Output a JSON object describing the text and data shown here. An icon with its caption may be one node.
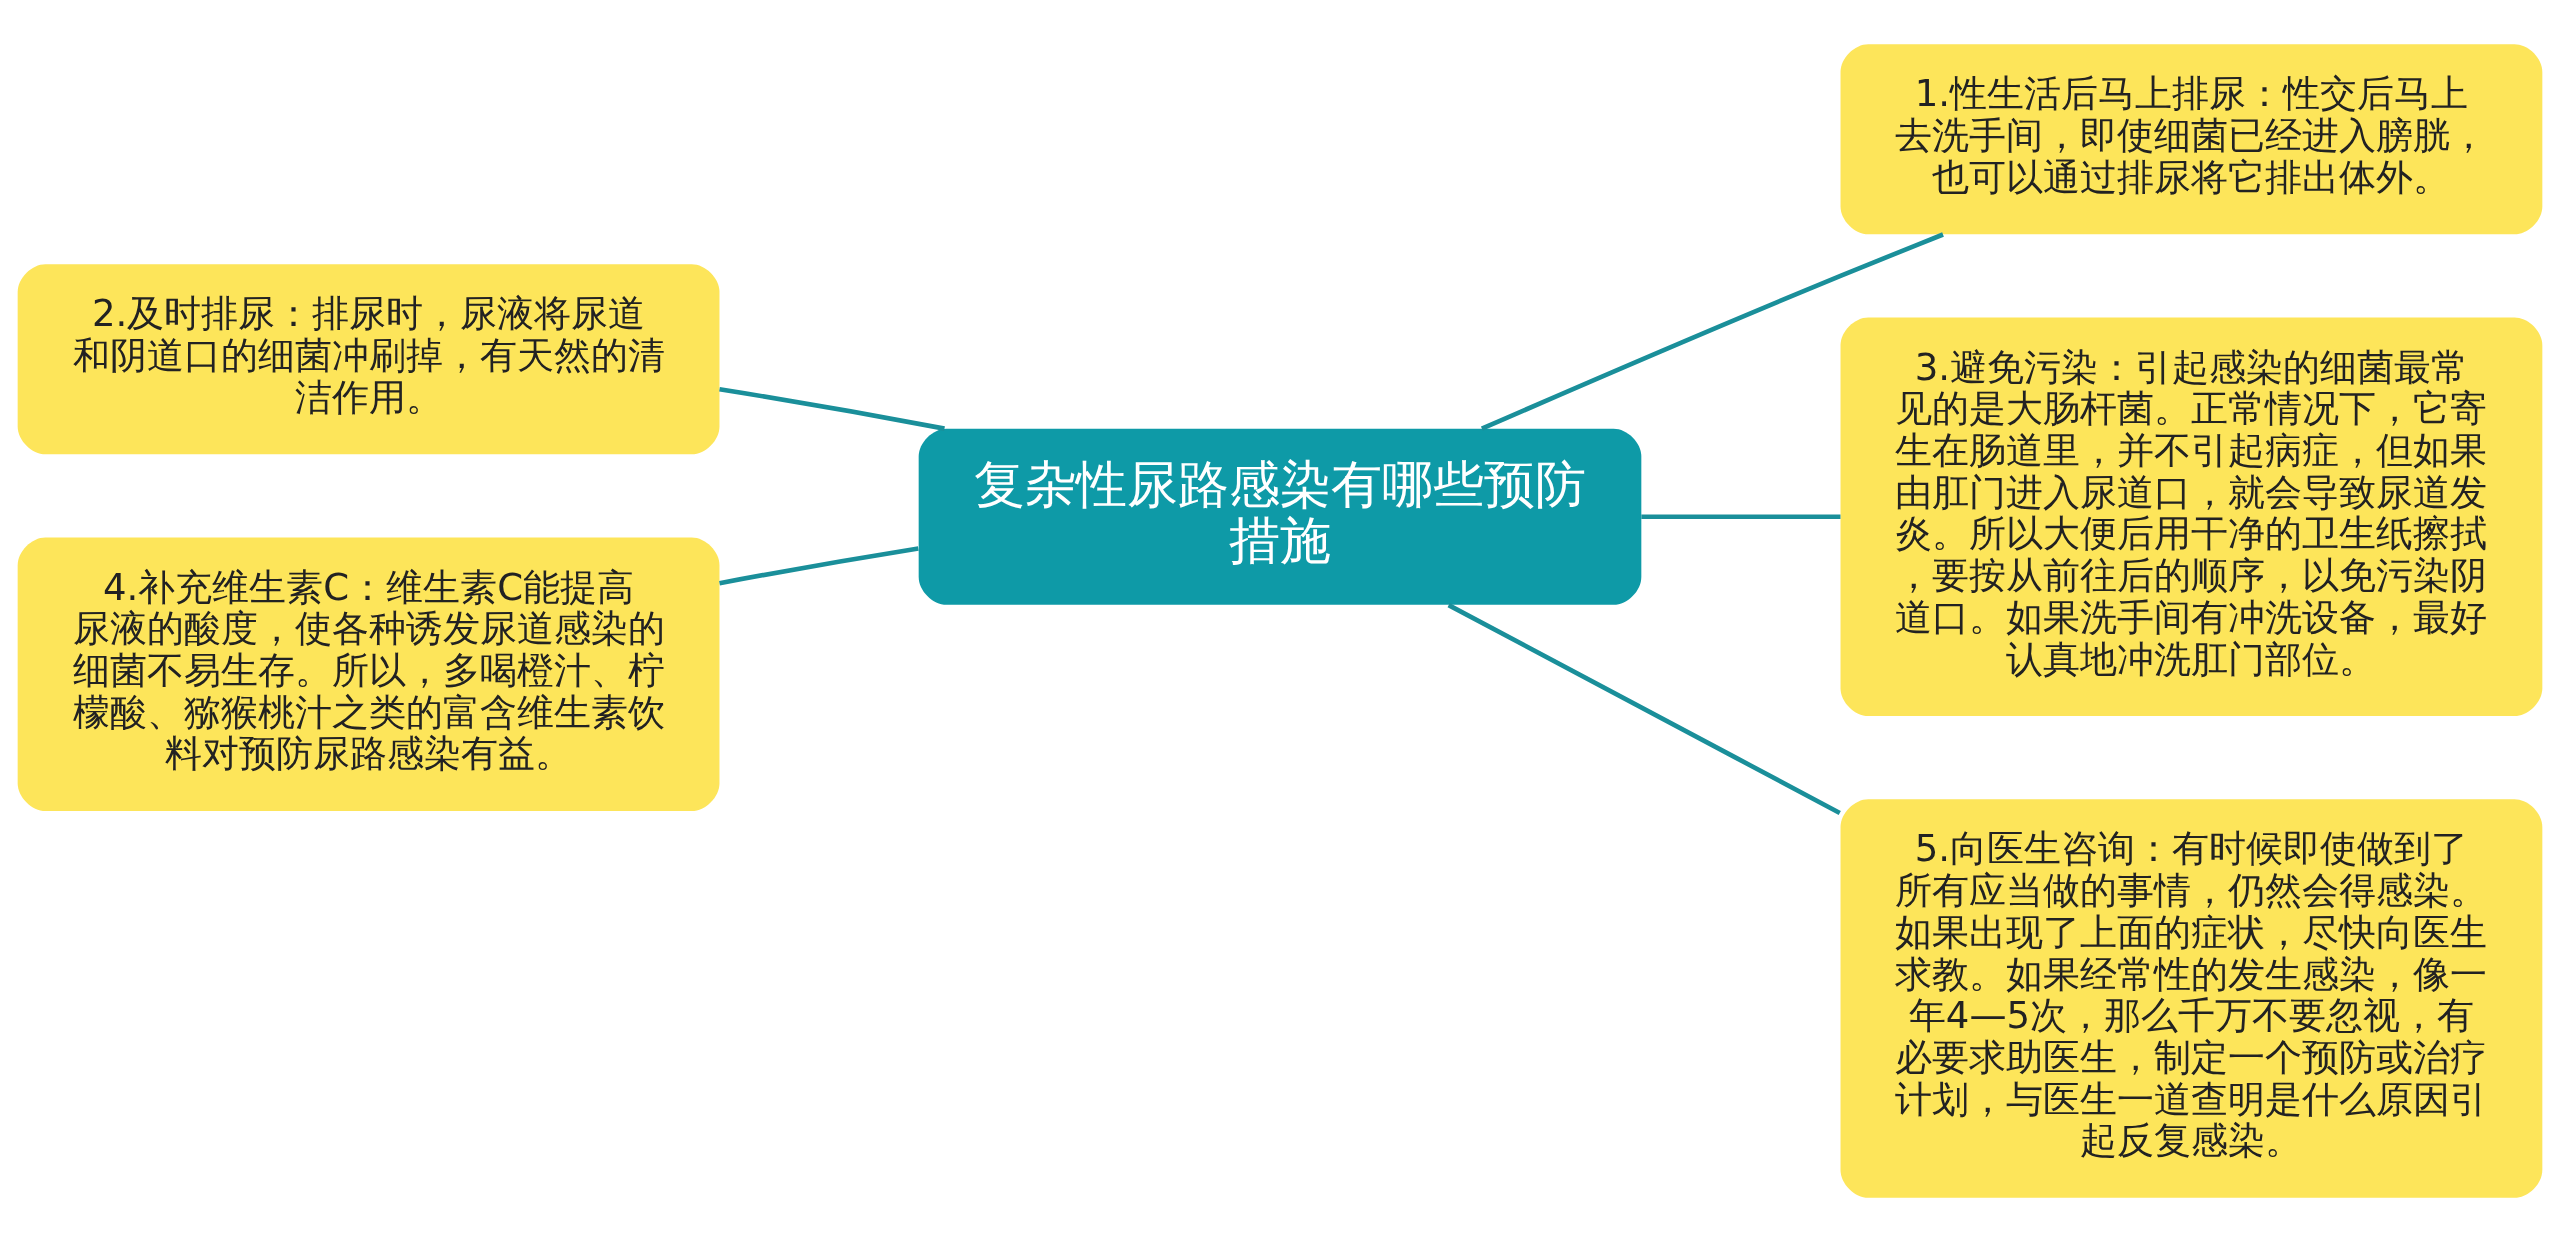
{
  "diagram": {
    "nodes": [
      {
        "text": [
          "复杂性尿路感染有哪些预防措施"
        ]
      },
      {
        "text": [
          "1.性生活后马上排尿：性交后马上去洗手间，即使细菌已经进入膀胱，也可以通过排尿将它排出体外。"
        ]
      },
      {
        "text": [
          "2.及时排尿：排尿时，尿液将尿道和阴道口的细菌冲刷掉，有天然的清洁作用。"
        ]
      },
      {
        "text": [
          "3.避免污染：引起感染的细菌最常见的是大肠杆菌。正常情况下，它寄生在肠道里，并不引起病症，但如果由肛门进入尿道口，就会导致尿道发炎。所以大便后用干净的卫生纸擦拭，要按从前往后的顺序，以免污染阴道口。如果洗手间有冲洗设备，最好认真地冲洗肛门部位。"
        ]
      },
      {
        "text": [
          "4.补充维生素C：维生素C能提高尿液的酸度，使各种诱发尿道感染的细菌不易生存。所以，多喝橙汁、柠檬酸、猕猴桃汁之类的富含维生素饮料对预防尿路感染有益。"
        ]
      },
      {
        "text": [
          "5.向医生咨询：有时候即使做到了所有应当做的事情，仍然会得感染。如果出现了上面的症状，尽快向医生求教。如果经常性的发生感染，像一年4—5次，那么千万不要忽视，有必要求助医生，制定一个预防或治疗计划，与医生一道查明是什么原因引起反复感染。"
        ]
      }
    ],
    "edges": [
      {
        "from": 0,
        "to": 1,
        "arrow": "none"
      },
      {
        "from": 0,
        "to": 2,
        "arrow": "none"
      },
      {
        "from": 0,
        "to": 3,
        "arrow": "none"
      },
      {
        "from": 0,
        "to": 4,
        "arrow": "none"
      },
      {
        "from": 0,
        "to": 5,
        "arrow": "none"
      }
    ]
  }
}
